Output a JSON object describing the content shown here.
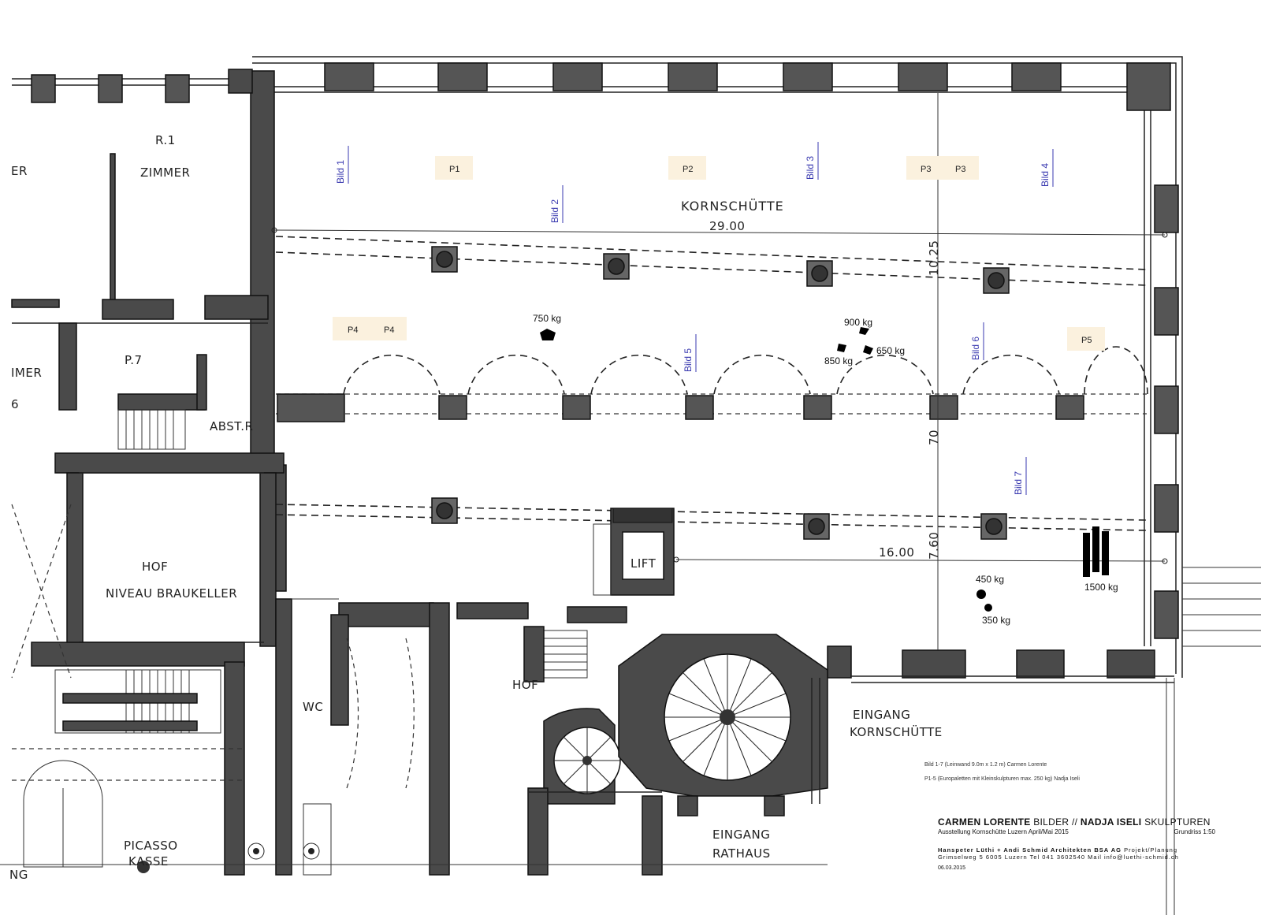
{
  "rooms": {
    "r1_number": "R.1",
    "r1_name": "ZIMMER",
    "left_cut_1": "ER",
    "left_cut_2": "IMER",
    "left_cut_3": "6",
    "p7": "P.7",
    "abstr": "ABST.R",
    "hof_braukeller_1": "HOF",
    "hof_braukeller_2": "NIVEAU BRAUKELLER",
    "wc": "WC",
    "hof": "HOF",
    "kornschuette": "KORNSCHÜTTE",
    "lift": "LIFT",
    "picasso_1": "PICASSO",
    "picasso_2": "KASSE",
    "ng": "NG",
    "eingang_korn_1": "EINGANG",
    "eingang_korn_2": "KORNSCHÜTTE",
    "eingang_rat_1": "EINGANG",
    "eingang_rat_2": "RATHAUS"
  },
  "dimensions": {
    "length": "29.00",
    "width": "10.25",
    "d70": "70",
    "d760": "7.60",
    "d1600": "16.00"
  },
  "paintings": [
    "Bild 1",
    "Bild 2",
    "Bild 3",
    "Bild 4",
    "Bild 5",
    "Bild 6",
    "Bild 7"
  ],
  "pallets": {
    "p1": "P1",
    "p2": "P2",
    "p3a": "P3",
    "p3b": "P3",
    "p4a": "P4",
    "p4b": "P4",
    "p5": "P5"
  },
  "weights": {
    "w750": "750 kg",
    "w900": "900 kg",
    "w650": "650 kg",
    "w850": "850 kg",
    "w450": "450 kg",
    "w350": "350 kg",
    "w1500": "1500 kg"
  },
  "legend": {
    "line1": "Bild 1-7 (Leinwand 9.0m x 1.2 m) Carmen Lorente",
    "line2": "P1-5 (Europaletten mit Kleinskulpturen max. 250 kg) Nadja Iseli"
  },
  "title_block": {
    "artist1": "CARMEN LORENTE",
    "works1": "BILDER //",
    "artist2": "NADJA ISELI",
    "works2": "SKULPTUREN",
    "exhibition": "Ausstellung Kornschütte Luzern  April/Mai 2015",
    "scale": "Grundriss 1:50",
    "architects_bold": "Hanspeter Lüthi + Andi Schmid  Architekten BSA AG",
    "architects_role": "Projekt/Planung",
    "address": "Grimselweg 5  6005 Luzern  Tel 041 3602540  Mail info@luethi-schmid.ch",
    "date": "06.03.2015"
  },
  "colors": {
    "bild_label": "#3a3ab0",
    "pallet_tag": "#fbf1de",
    "wall": "#4a4a4a"
  }
}
